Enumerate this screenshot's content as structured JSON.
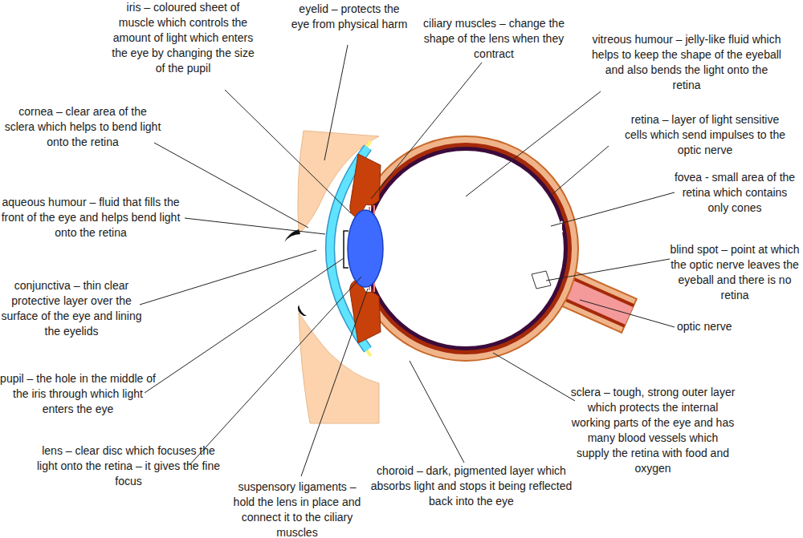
{
  "diagram": {
    "labels": [
      "iris – coloured sheet of muscle which controls the amount of light which enters the eye by changing the size of the pupil",
      "eyelid – protects the eye from physical harm",
      "ciliary muscles – change the shape of the lens when they contract",
      "vitreous humour – jelly-like fluid which helps to keep the shape of the eyeball and also bends the light onto the retina",
      "cornea – clear area of the sclera which helps to bend light onto the retina",
      "retina – layer of light sensitive cells which send impulses to the optic nerve",
      "fovea - small area of the retina which contains only cones",
      "aqueous humour – fluid that fills the front of the eye and helps bend light onto the retina",
      "blind spot – point at which the optic nerve leaves the eyeball and there is no retina",
      "conjunctiva – thin clear protective layer over the surface of the eye and lining the eyelids",
      "optic nerve",
      "pupil – the hole in the middle of the iris through which light enters the eye",
      "sclera – tough, strong outer layer which protects the internal working parts of the eye and has many blood vessels which supply the retina with food and oxygen",
      "lens – clear disc which focuses the light onto the retina – it gives the fine focus",
      "choroid – dark, pigmented layer which absorbs light and stops it being reflected back into the eye",
      "suspensory ligaments – hold the lens in place and connect it to the ciliary muscles"
    ]
  }
}
